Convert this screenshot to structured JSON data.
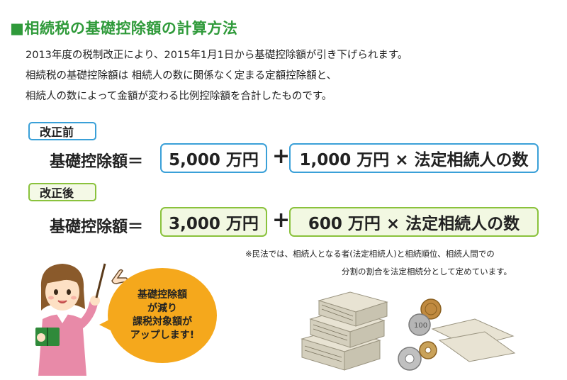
{
  "title": "■相続税の基礎控除額の計算方法",
  "intro": [
    "2013年度の税制改正により、2015年1月1日から基礎控除額が引き下げられます。",
    "相続税の基礎控除額は 相続人の数に関係なく定まる定額控除額と、",
    "相続人の数によって金額が変わる比例控除額を合計したものです。"
  ],
  "before": {
    "tag": "改正前",
    "label": "基礎控除額＝",
    "fixed": "5,000 万円",
    "plus": "+",
    "proportional": "1,000 万円 × 法定相続人の数"
  },
  "after": {
    "tag": "改正後",
    "label": "基礎控除額＝",
    "fixed": "3,000 万円",
    "plus": "+",
    "proportional": "600 万円 × 法定相続人の数"
  },
  "note": [
    "※民法では、相続人となる者(法定相続人)と相続順位、相続人間での",
    "分割の割合を法定相続分として定めています。"
  ],
  "bubble": [
    "基礎控除額",
    "が減り",
    "課税対象額が",
    "アップします!"
  ],
  "coin_label": "100",
  "colors": {
    "title": "#2f9a3a",
    "before_border": "#3aa0d8",
    "after_border": "#8ac23c",
    "bubble": "#f5a81c"
  }
}
